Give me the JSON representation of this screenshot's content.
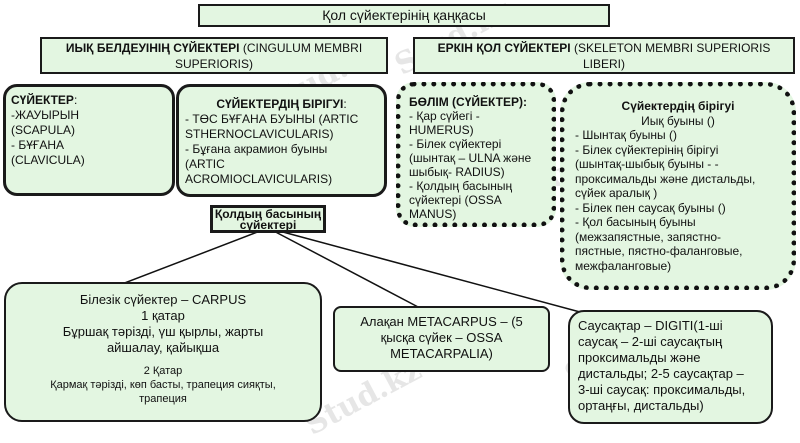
{
  "title": "Қол сүйектерінің қаңқасы",
  "branches": {
    "left": {
      "bold": "ИЫҚ БЕЛДЕУІНІҢ СҮЙЕКТЕРІ",
      "rest": " (CINGULUM MEMBRI SUPERIORIS)"
    },
    "right": {
      "bold": "ЕРКІН ҚОЛ СҮЙЕКТЕРІ",
      "rest": " (SKELETON MEMBRI SUPERIORIS LIBERI)"
    }
  },
  "bones_box": {
    "heading": "СҮЙЕКТЕР",
    "heading_colon": ":",
    "lines": [
      "-ЖАУЫРЫН",
      "(SCAPULA)",
      "- БҰҒАНА",
      "(CLAVICULA)"
    ]
  },
  "joints_box": {
    "heading": "СҮЙЕКТЕРДІҢ БІРІГУІ",
    "heading_colon": ":",
    "lines": [
      "- ТӨС БҰҒАНА БУЫНЫ (ARTIC",
      "STHERNOCLAVICULARIS)",
      "- Бұғана акрамион буыны",
      "(ARTIC",
      "ACROMIOCLAVICULARIS)"
    ]
  },
  "sections_box": {
    "heading": "БӨЛІМ (СҮЙЕКТЕР):",
    "lines": [
      "- Қар сүйегі -",
      "HUMERUS)",
      "- Білек сүйектері",
      "(шынтақ – ULNA және",
      "шыбық- RADIUS)",
      "- Қолдың басының",
      "сүйектері (OSSA",
      "MANUS)"
    ]
  },
  "free_joints_box": {
    "heading": "Сүйектердің бірігуі",
    "lines": [
      "Иық буыны ()",
      "- Шынтақ буыны ()",
      "- Білек сүйектерінің бірігуі",
      "(шынтақ-шыбық буыны -  -",
      "проксимальды және дистальды,",
      "сүйек аралық )",
      "- Білек пен саусақ буыны ()",
      "- Қол басының буыны",
      "(межзапястные, запястно-",
      "пястные, пястно-фаланговые,",
      "межфаланговые)"
    ]
  },
  "hand_box": {
    "lines": [
      "Қолдың басының",
      "сүйектері"
    ]
  },
  "carpus_box": {
    "title": "Білезік сүйектер – CARPUS",
    "row1_label": "1 қатар",
    "row1_text": [
      "Бұршақ тәрізді, үш қырлы, жарты",
      "айшалау, қайықша"
    ],
    "row2_label": "2 Қатар",
    "row2_text": [
      "Қармақ тәрізді, көп басты, трапеция сияқты,",
      "трапеция"
    ]
  },
  "metacarpus_box": {
    "lines": [
      "Алақан METACARPUS – (5",
      "қысқа сүйек – OSSA",
      "METACARPALIA)"
    ]
  },
  "digiti_box": {
    "lines": [
      "Саусақтар – DIGITI(1-ші",
      "саусақ – 2-ші саусақтың",
      "проксимальды және",
      "дистальды; 2-5 саусақтар –",
      "3-ші саусақ: проксимальды,",
      "ортаңғы,  дистальды)"
    ]
  },
  "watermark": "Stud.kz"
}
